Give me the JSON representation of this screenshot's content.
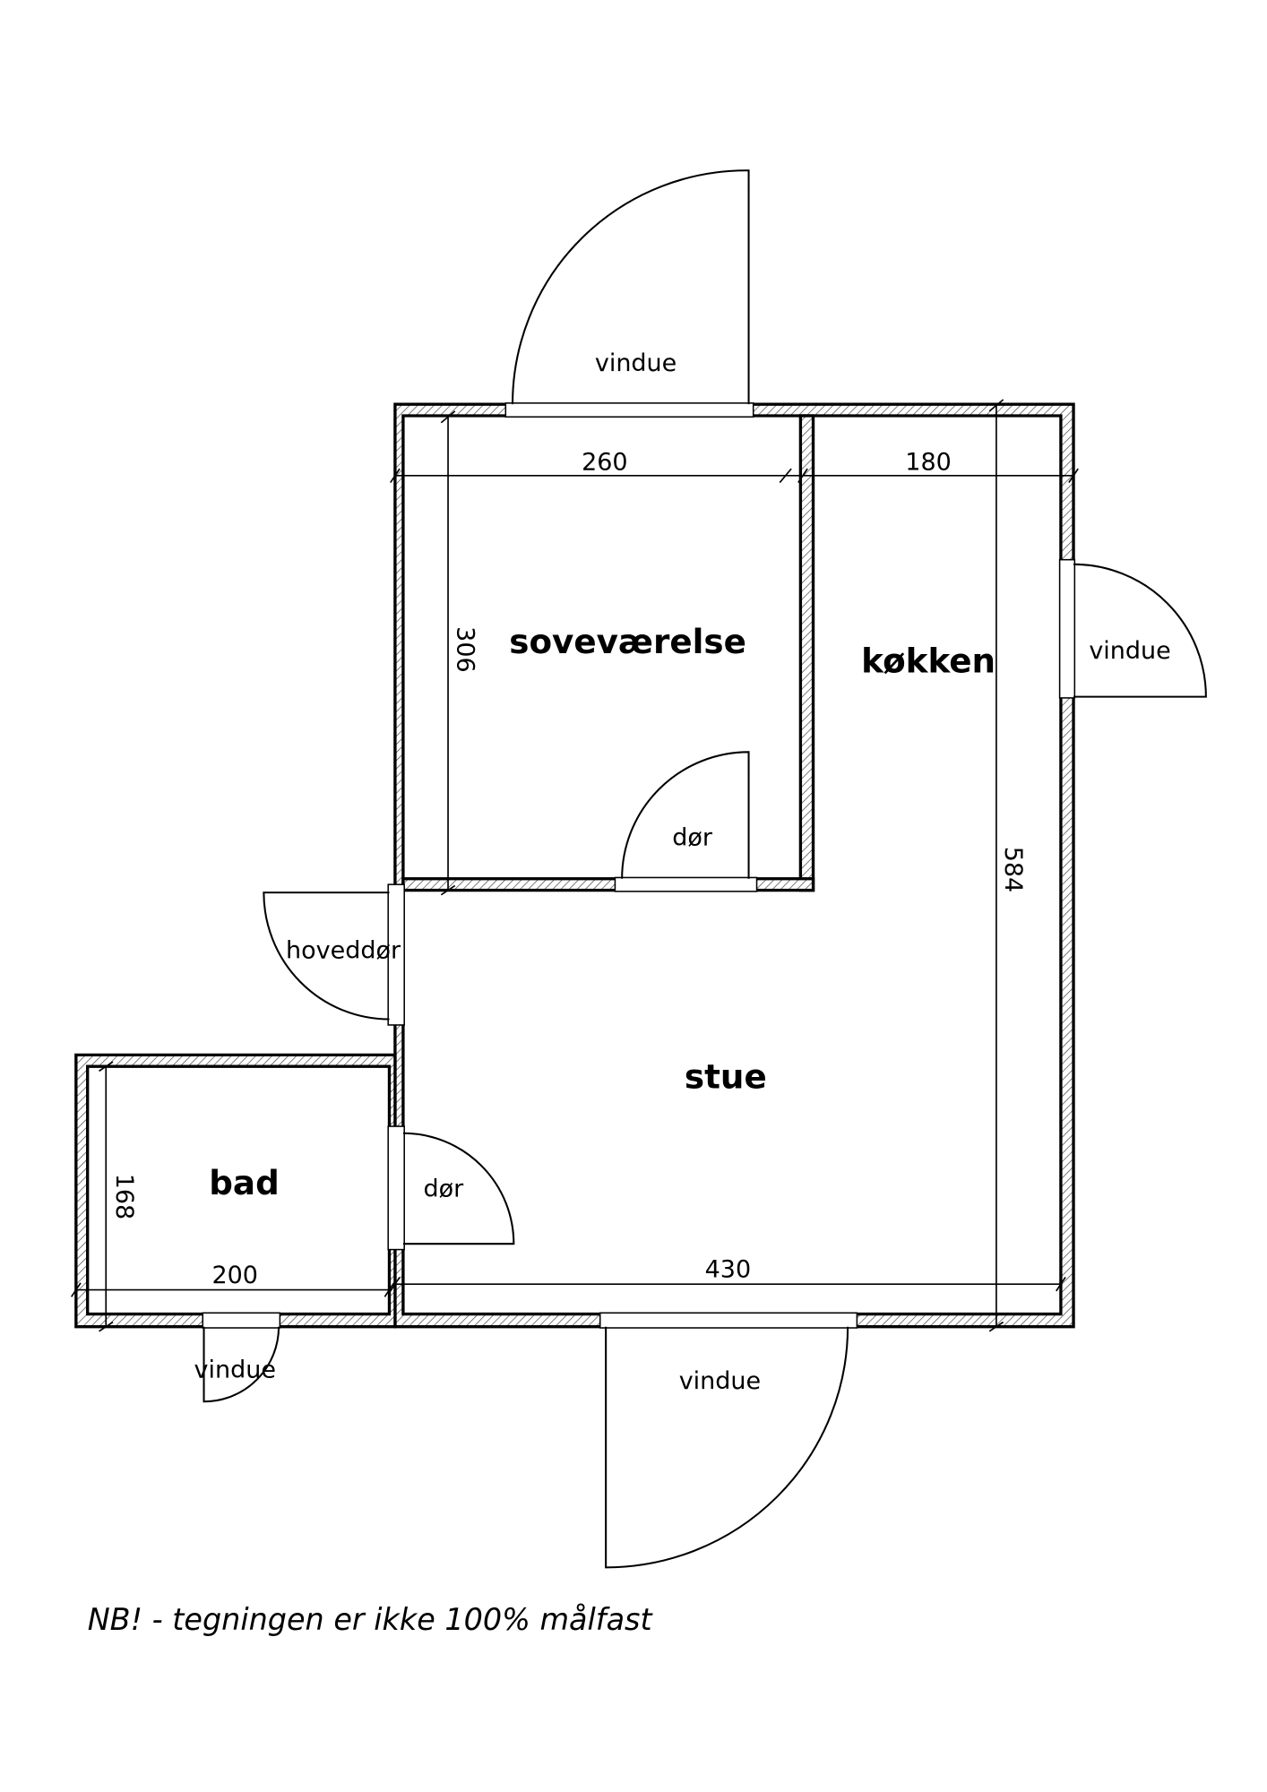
{
  "rooms": {
    "bedroom": "soveværelse",
    "kitchen": "køkken",
    "living": "stue",
    "bath": "bad"
  },
  "openings": {
    "window_top": "vindue",
    "window_right": "vindue",
    "window_bottom": "vindue",
    "window_bath": "vindue",
    "door_bedroom": "dør",
    "door_bath": "dør",
    "main_door": "hoveddør"
  },
  "dimensions": {
    "bedroom_width": "260",
    "kitchen_width": "180",
    "bedroom_depth": "306",
    "total_depth": "584",
    "living_width": "430",
    "bath_width": "200",
    "bath_depth": "168"
  },
  "note": "NB! - tegningen er ikke 100% målfast"
}
